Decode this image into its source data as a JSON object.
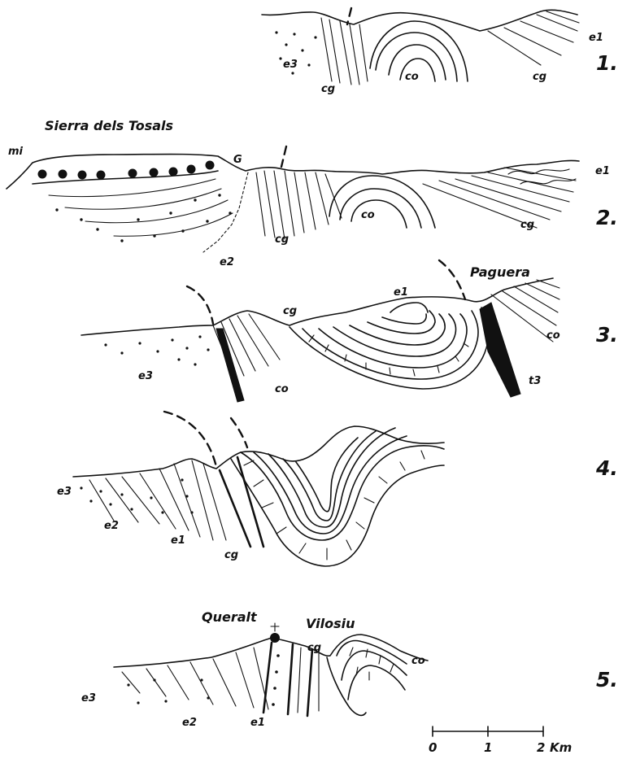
{
  "sections": [
    {
      "number": "1.",
      "labels": {
        "e3": "e3",
        "cg_left": "cg",
        "co": "co",
        "cg_right": "cg",
        "e1": "e1"
      }
    },
    {
      "number": "2.",
      "title": "Sierra dels Tosals",
      "labels": {
        "mi": "mi",
        "G": "G",
        "e1": "e1",
        "co": "co",
        "cg_right": "cg",
        "cg_mid": "cg",
        "e2": "e2"
      }
    },
    {
      "number": "3.",
      "title": "Paguera",
      "labels": {
        "e1": "e1",
        "cg": "cg",
        "co_right": "co",
        "e3": "e3",
        "co_mid": "co",
        "t3": "t3"
      }
    },
    {
      "number": "4.",
      "labels": {
        "e3": "e3",
        "e2": "e2",
        "e1": "e1",
        "cg": "cg"
      }
    },
    {
      "number": "5.",
      "title_left": "Queralt",
      "title_right": "Vilosiu",
      "labels": {
        "cg": "cg",
        "co": "co",
        "e3": "e3",
        "e2": "e2",
        "e1": "e1"
      }
    }
  ],
  "scale": {
    "ticks": [
      "0",
      "1",
      "2"
    ],
    "unit": "Km"
  }
}
